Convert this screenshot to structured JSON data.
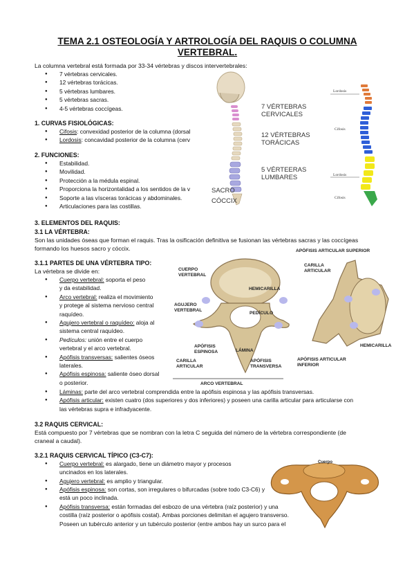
{
  "title_line1": "TEMA 2.1 OSTEOLOGÍA Y ARTROLOGÍA DEL RAQUIS O COLUMNA",
  "title_line2": "VERTEBRAL.",
  "intro": "La columna vertebral está formada por 33-34 vértebras y discos intervertebrales:",
  "vertebrae_list": [
    "7 vértebras cervicales.",
    "12 vértebras torácicas.",
    "5 vértebras lumbares.",
    "5 vértebras sacras.",
    "4-5 vértebras coccígeas."
  ],
  "curvas": {
    "heading": "1. CURVAS FISIOLÓGICAS:",
    "cifosis_term": "Cifosis",
    "cifosis_text": ": convexidad posterior de la columna (dorsal",
    "lordosis_term": "Lordosis",
    "lordosis_text": ": concavidad posterior de la columna (cerv"
  },
  "funciones": {
    "heading": "2. FUNCIONES:",
    "items": [
      "Estabilidad.",
      "Movilidad.",
      "Protección a la médula espinal.",
      "Proporciona la horizontalidad a los sentidos de la v",
      "Soporte a las vísceras torácicas y abdominales.",
      "Articulaciones para las costillas."
    ]
  },
  "spine_labels": {
    "cervicales": [
      "7 VÉRTEBRAS",
      "CERVICALES"
    ],
    "toracicas": [
      "12 VÉRTEBRAS",
      "TORÁCICAS"
    ],
    "lumbares": [
      "5 VÉRTEERAS",
      "LUMBARES"
    ],
    "sacro": "SACRO",
    "coccix": "CÓCCIX"
  },
  "spine_side_labels": {
    "lordosis": "Lordosis",
    "cifosis": "Cifosis",
    "lordosis2": "Lordosis",
    "cifosis2": "Cifosis"
  },
  "elementos": {
    "heading": "3. ELEMENTOS DEL RAQUIS:",
    "sub_heading": "3.1 LA VÉRTEBRA:",
    "text1": "Son las unidades óseas que forman el raquis. Tras la osificación definitiva se fusionan las vértebras sacras y las coccígeas",
    "text2": "formando los huesos sacro y cóccix."
  },
  "partes": {
    "heading": "3.1.1 PARTES DE UNA VÉRTEBRA TIPO:",
    "intro": "La vértebra se divide en:",
    "cuerpo_term": "Cuerpo vertebral:",
    "cuerpo_l1": " soporta el peso",
    "cuerpo_l2": "y da estabilidad.",
    "arco_term": "Arco vertebral:",
    "arco_l1": " realiza el movimiento",
    "arco_l2": "y protege al sistema nervioso central",
    "arco_l3": "raquídeo.",
    "agujero_term": "Agujero vertebral o raquídeo:",
    "agujero_l1": " aloja al",
    "agujero_l2": "sistema central raquídeo.",
    "pediculos_term": "Pedículos:",
    "pediculos_l1": " unión entre el cuerpo",
    "pediculos_l2": "vertebral y el arco vertebral.",
    "transversas_term": "Apófisis transversas:",
    "transversas_l1": " salientes óseos",
    "transversas_l2": "laterales.",
    "espinosa_term": "Apófisis espinosa:",
    "espinosa_l1": " saliente óseo dorsal",
    "espinosa_l2": "o posterior.",
    "laminas_term": "Láminas:",
    "laminas_text": " parte del arco vertebral comprendida entre la apófisis espinosa y las apófisis transversas.",
    "articular_term": "Apófisis articular:",
    "articular_l1": " existen cuatro (dos superiores y dos inferiores) y poseen una carilla articular para articularse con",
    "articular_l2": "las vértebras supra e infradyacente."
  },
  "vertebra_labels": {
    "cuerpo": [
      "CUERPO",
      "VERTEBRAL"
    ],
    "hemicarilla": "HEMICARILLA",
    "agujero": [
      "AGUJERO",
      "VERTEBRAL"
    ],
    "pediculo": "PEDÍCULO",
    "apofisis_espinosa": [
      "APÓFISIS",
      "ESPINOSA"
    ],
    "lamina": "LÁMINA",
    "carilla": [
      "CARILLA",
      "ARTICULAR"
    ],
    "apofisis_transversa": [
      "APÓFISIS",
      "TRANSVERSA"
    ],
    "arco": "ARCO VERTEBRAL",
    "art_superior": "APÓFISIS ARTICULAR SUPERIOR",
    "carilla_art": [
      "CARILLA",
      "ARTICULAR"
    ],
    "hemicarilla2": "HEMICARILLA",
    "art_inferior": [
      "APÓFISIS ARTICULAR",
      "INFERIOR"
    ]
  },
  "cervical": {
    "heading": "3.2 RAQUIS CERVICAL:",
    "text1": "Está compuesto por 7 vértebras que se nombran con la letra C seguida del número de la vértebra correspondiente (de",
    "text2": "craneal a caudal).",
    "tipico_heading": "3.2.1 RAQUIS CERVICAL TÍPICO (C3-C7):",
    "cuerpo_term": "Cuerpo vertebral:",
    "cuerpo_l1": " es alargado, tiene un diámetro mayor y procesos",
    "cuerpo_l2": "uncinados en los laterales.",
    "agujero_term": "Agujero vertebral:",
    "agujero_text": " es amplio y triangular.",
    "espinosa_term": "Apófisis espinosa:",
    "espinosa_l1": " son cortas, son irregulares o bifurcadas (sobre todo C3-C6) y",
    "espinosa_l2": "está un poco inclinada.",
    "transversa_term": "Apófisis transversa:",
    "transversa_l1": " están formadas del esbozo de una vértebra (raíz posterior) y una",
    "transversa_l2": "costilla (raíz posterior o apófisis costal). Ambas porciones delimitan el agujero transverso.",
    "transversa_l3": "Poseen un tubérculo anterior y un tubérculo posterior (entre ambos hay un surco para el",
    "cuerpo_img_label": "Cuerpo"
  }
}
